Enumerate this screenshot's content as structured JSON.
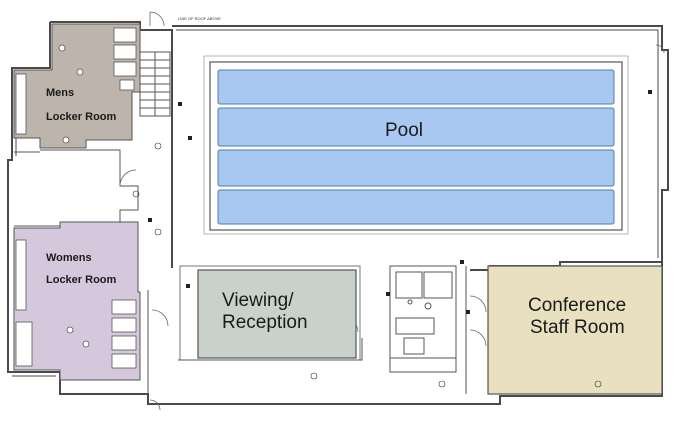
{
  "plan": {
    "header_note": "LINE OF ROOF ABOVE",
    "rooms": {
      "pool": "Pool",
      "mens_locker_line1": "Mens",
      "mens_locker_line2": "Locker Room",
      "womens_locker_line1": "Womens",
      "womens_locker_line2": "Locker Room",
      "viewing_line1": "Viewing/",
      "viewing_line2": "Reception",
      "conference_line1": "Conference",
      "conference_line2": "Staff Room"
    },
    "colors": {
      "mens_locker": "#bdb5ac",
      "womens_locker": "#d6c8dc",
      "viewing": "#c8d2cb",
      "conference": "#e8e0bf",
      "pool_lane": "#a8c8f2",
      "pool_deck": "#ffffff",
      "wall": "#4a4a4a"
    },
    "pool_lanes": 4
  }
}
